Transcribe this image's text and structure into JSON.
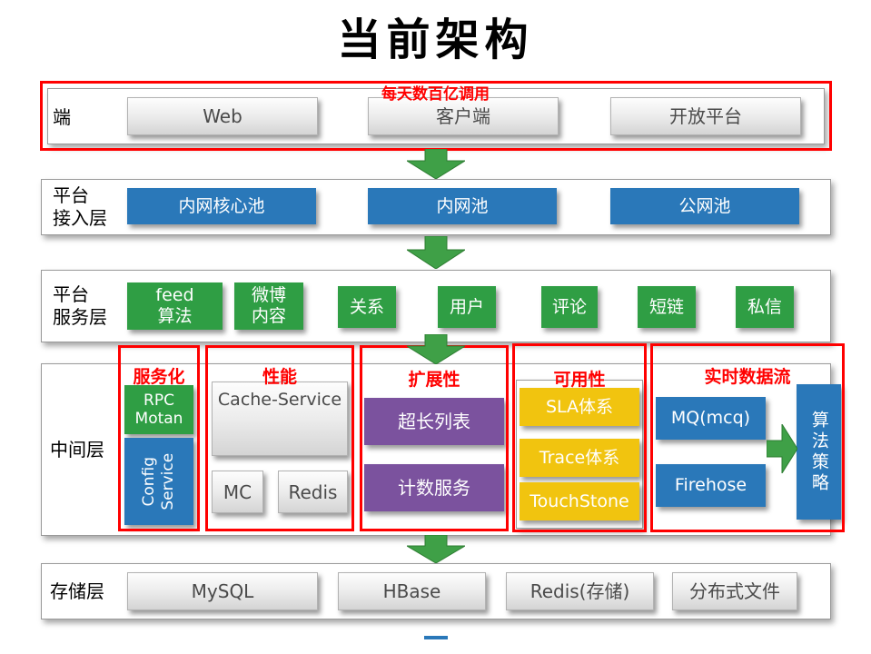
{
  "title": "当前架构",
  "annotation": "每天数百亿调用",
  "client_row": {
    "label": "端",
    "items": [
      "Web",
      "客户端",
      "开放平台"
    ]
  },
  "access_row": {
    "label": "平台\n接入层",
    "items": [
      "内网核心池",
      "内网池",
      "公网池"
    ]
  },
  "service_row": {
    "label": "平台\n服务层",
    "items": [
      "feed\n算法",
      "微博\n内容",
      "关系",
      "用户",
      "评论",
      "短链",
      "私信"
    ]
  },
  "middle_row": {
    "label": "中间层",
    "groups": [
      {
        "title": "服务化",
        "items": [
          "RPC\nMotan",
          "Config\nService"
        ]
      },
      {
        "title": "性能",
        "items": [
          "Cache-Service",
          "MC",
          "Redis"
        ]
      },
      {
        "title": "扩展性",
        "items": [
          "超长列表",
          "计数服务"
        ]
      },
      {
        "title": "可用性",
        "items": [
          "SLA体系",
          "Trace体系",
          "TouchStone"
        ]
      },
      {
        "title": "实时数据流",
        "items": [
          "MQ(mcq)",
          "Firehose",
          "算法策略"
        ]
      }
    ]
  },
  "storage_row": {
    "label": "存储层",
    "items": [
      "MySQL",
      "HBase",
      "Redis(存储)",
      "分布式文件"
    ]
  },
  "colors": {
    "red": "#ff0000",
    "blue": "#2a78b9",
    "green": "#2f9e44",
    "purple": "#7b529e",
    "yellow": "#f1c40f",
    "arrow_green": "#3fa047"
  }
}
